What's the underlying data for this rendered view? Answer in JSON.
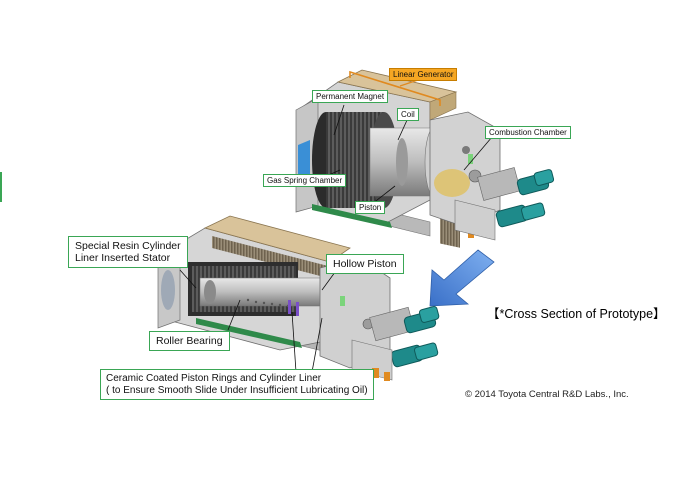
{
  "top_labels": {
    "linear_generator": "Linear Generator",
    "permanent_magnet": "Permanent Magnet",
    "coil": "Coil",
    "combustion_chamber": "Combustion Chamber",
    "gas_spring_chamber": "Gas Spring Chamber",
    "piston": "Piston"
  },
  "bottom_labels": {
    "special_resin_line1": "Special Resin Cylinder",
    "special_resin_line2": "Liner Inserted Stator",
    "hollow_piston": "Hollow Piston",
    "roller_bearing": "Roller Bearing",
    "ceramic_line1": "Ceramic Coated Piston Rings and Cylinder Liner",
    "ceramic_line2": "( to Ensure Smooth Slide Under Insufficient Lubricating Oil)"
  },
  "caption": "【*Cross Section of Prototype】",
  "copyright": "© 2014 Toyota Central R&D Labs., Inc.",
  "colors": {
    "label_border": "#3aa655",
    "orange_label": "#f5a623",
    "arrow_blue": "#4a86d6"
  }
}
